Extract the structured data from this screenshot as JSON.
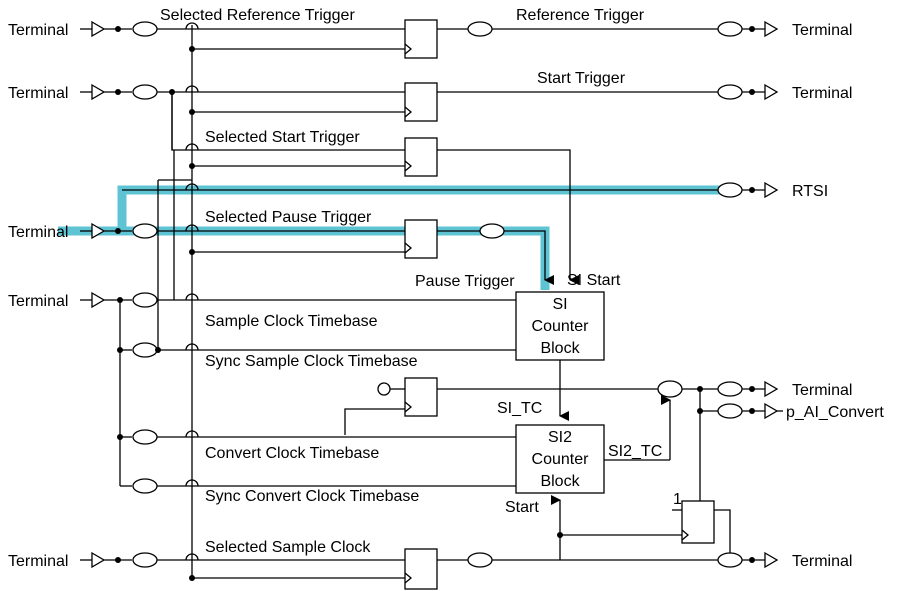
{
  "terminals": {
    "t1": "Terminal",
    "t2": "Terminal",
    "t3": "Terminal",
    "t4": "Terminal",
    "t5": "Terminal",
    "out1": "Terminal",
    "out2": "Terminal",
    "out3": "Terminal",
    "out4": "Terminal"
  },
  "outputs": {
    "rtsi": "RTSI",
    "p_ai_convert": "p_AI_Convert"
  },
  "signals": {
    "selected_reference_trigger": "Selected Reference Trigger",
    "reference_trigger": "Reference Trigger",
    "start_trigger": "Start Trigger",
    "selected_start_trigger": "Selected Start Trigger",
    "selected_pause_trigger": "Selected Pause Trigger",
    "pause_trigger": "Pause Trigger",
    "si_start": "SI Start",
    "sample_clock_timebase": "Sample Clock Timebase",
    "sync_sample_clock_timebase": "Sync Sample Clock Timebase",
    "si_tc": "SI_TC",
    "si2_tc": "SI2_TC",
    "convert_clock_timebase": "Convert Clock Timebase",
    "sync_convert_clock_timebase": "Sync Convert Clock Timebase",
    "start": "Start",
    "selected_sample_clock": "Selected Sample Clock",
    "one": "1"
  },
  "blocks": {
    "si": [
      "SI",
      "Counter",
      "Block"
    ],
    "si2": [
      "SI2",
      "Counter",
      "Block"
    ]
  }
}
